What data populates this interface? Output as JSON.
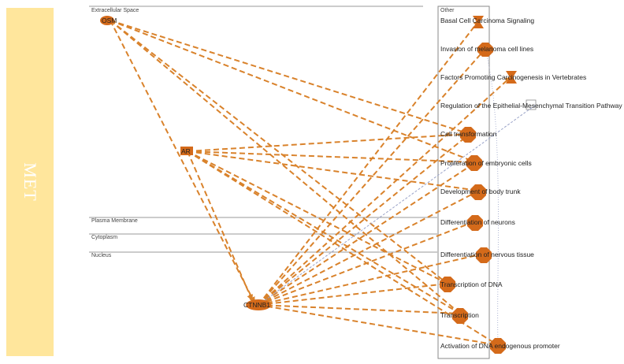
{
  "side_label": "MET",
  "compartments": {
    "extracellular": "Extracellular Space",
    "plasma": "Plasma Membrane",
    "cytoplasm": "Cytoplasm",
    "nucleus": "Nucleus",
    "other": "Other"
  },
  "molecules": {
    "osm": "OSM",
    "ar": "AR",
    "ctnnb1": "CTNNB1"
  },
  "functions": [
    "Basal Cell Carcinoma Signaling",
    "Invasion of melanoma cell lines",
    "Factors Promoting Carcinogenesis in Vertebrates",
    "Regulation of the Epithelial-Mesenchymal Transition Pathway",
    "Cell transformation",
    "Proliferation of embryonic cells",
    "Development of body trunk",
    "Differentiation of neurons",
    "Differentiation of nervous tissue",
    "Transcription of DNA",
    "Transcription",
    "Activation of DNA endogenous promoter"
  ],
  "colors": {
    "node": "#d46a1a",
    "edge": "#d9822b",
    "band": "#ffe69c",
    "gray_edge": "#9aa3c8"
  }
}
